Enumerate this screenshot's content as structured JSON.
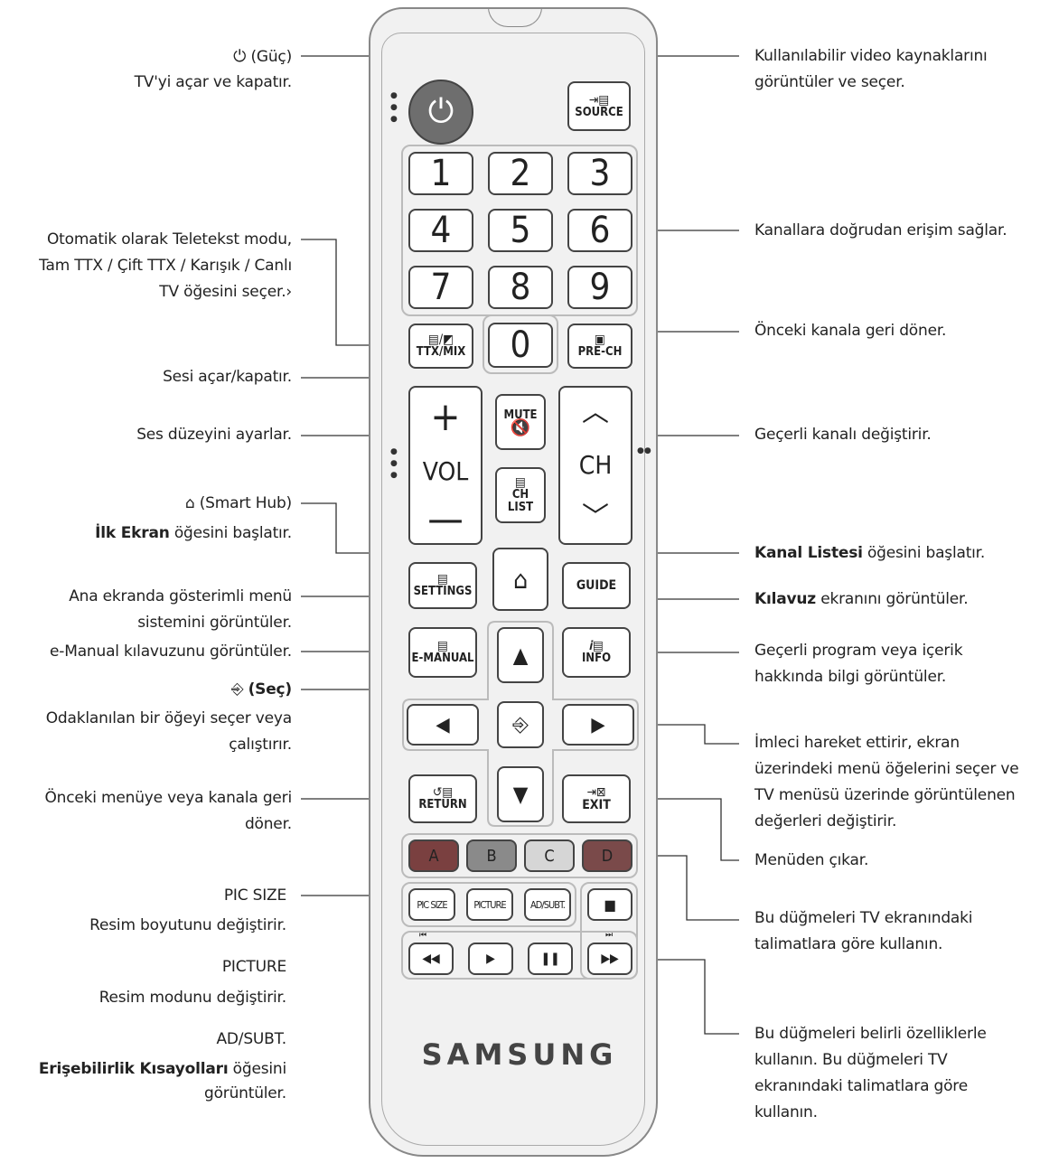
{
  "left": {
    "power_title": "(Güç)",
    "power_desc": "TV'yi açar ve kapatır.",
    "ttx_1": "Otomatik olarak Teletekst modu,",
    "ttx_2": "Tam TTX / Çift TTX / Karışık / Canlı",
    "ttx_3": "TV öğesini seçer.›",
    "mute": "Sesi açar/kapatır.",
    "volume": "Ses düzeyini ayarlar.",
    "home_title": "(Smart Hub)",
    "home_desc_bold": "İlk Ekran",
    "home_desc_rest": " öğesini başlatır.",
    "settings_1": "Ana ekranda gösterimli menü",
    "settings_2": "sistemini görüntüler.",
    "emanual": "e-Manual kılavuzunu görüntüler.",
    "select_title": "(Seç)",
    "select_1": "Odaklanılan bir öğeyi seçer veya",
    "select_2": "çalıştırır.",
    "return_1": "Önceki menüye veya kanala geri",
    "return_2": "döner.",
    "picsize_title": "PIC SIZE",
    "picsize_desc": "Resim boyutunu değiştirir.",
    "picture_title": "PICTURE",
    "picture_desc": "Resim modunu değiştirir.",
    "adsubt_title": "AD/SUBT.",
    "adsubt_bold": "Erişebilirlik Kısayolları",
    "adsubt_rest": " öğesini",
    "adsubt_2": "görüntüler."
  },
  "right": {
    "source_1": "Kullanılabilir video kaynaklarını",
    "source_2": "görüntüler ve seçer.",
    "numbers": "Kanallara doğrudan erişim sağlar.",
    "prech": "Önceki kanala geri döner.",
    "channel": "Geçerli kanalı değiştirir.",
    "chlist_bold": "Kanal Listesi",
    "chlist_rest": " öğesini başlatır.",
    "guide_bold": "Kılavuz",
    "guide_rest": " ekranını görüntüler.",
    "info_1": "Geçerli program veya içerik",
    "info_2": "hakkında bilgi görüntüler.",
    "nav_1": "İmleci hareket ettirir, ekran",
    "nav_2": "üzerindeki menü öğelerini seçer ve",
    "nav_3": "TV menüsü üzerinde görüntülenen",
    "nav_4": "değerleri değiştirir.",
    "exit": "Menüden çıkar.",
    "color_1": "Bu düğmeleri TV ekranındaki",
    "color_2": "talimatlara göre kullanın.",
    "media_1": "Bu düğmeleri belirli özelliklerle",
    "media_2": "kullanın. Bu düğmeleri TV",
    "media_3": "ekranındaki talimatlara göre",
    "media_4": "kullanın."
  },
  "remote": {
    "source": "SOURCE",
    "digits": [
      "1",
      "2",
      "3",
      "4",
      "5",
      "6",
      "7",
      "8",
      "9",
      "0"
    ],
    "ttx": "TTX/MIX",
    "prech": "PRE-CH",
    "mute": "MUTE",
    "vol": "VOL",
    "ch": "CH",
    "chlist_1": "CH",
    "chlist_2": "LIST",
    "settings": "SETTINGS",
    "guide": "GUIDE",
    "emanual": "E-MANUAL",
    "info": "INFO",
    "return": "RETURN",
    "exit": "EXIT",
    "color_a": "A",
    "color_b": "B",
    "color_c": "C",
    "color_d": "D",
    "picsize": "PIC SIZE",
    "picture": "PICTURE",
    "adsubt": "AD/SUBT.",
    "brand": "SAMSUNG"
  },
  "colors": {
    "power": "#6e6e6e",
    "a": "#7a4040",
    "b": "#8a8a8a",
    "c": "#d6d6d6",
    "d": "#7a4a4a"
  },
  "icons": [
    "power-icon",
    "home-icon",
    "select-icon",
    "source-icon",
    "ttx-icon",
    "prech-icon",
    "mute-icon",
    "chlist-icon",
    "settings-icon",
    "emanual-icon",
    "info-icon",
    "return-icon",
    "exit-icon",
    "arrow-up-icon",
    "arrow-down-icon",
    "arrow-left-icon",
    "arrow-right-icon",
    "stop-icon",
    "rewind-icon",
    "play-icon",
    "pause-icon",
    "fast-forward-icon",
    "plus-icon",
    "minus-icon",
    "chevron-up-icon",
    "chevron-down-icon"
  ]
}
